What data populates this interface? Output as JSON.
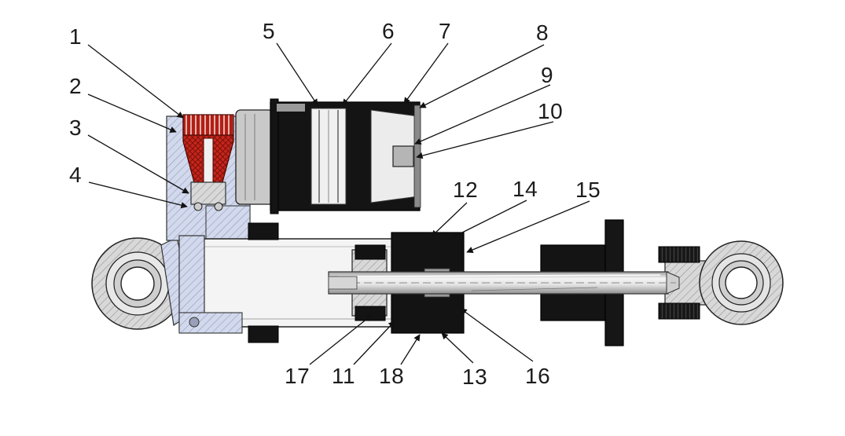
{
  "figure": {
    "colors": {
      "body_hatch": "#d2d9ec",
      "adjuster_red": "#c5261b",
      "reservoir_black": "#141414",
      "metal_gray": "#d8d8d8",
      "line": "#1c1c1c"
    },
    "callouts": [
      {
        "label": "1"
      },
      {
        "label": "2"
      },
      {
        "label": "3"
      },
      {
        "label": "4"
      },
      {
        "label": "5"
      },
      {
        "label": "6"
      },
      {
        "label": "7"
      },
      {
        "label": "8"
      },
      {
        "label": "9"
      },
      {
        "label": "10"
      },
      {
        "label": "11"
      },
      {
        "label": "12"
      },
      {
        "label": "13"
      },
      {
        "label": "14"
      },
      {
        "label": "15"
      },
      {
        "label": "16"
      },
      {
        "label": "17"
      },
      {
        "label": "18"
      }
    ]
  }
}
